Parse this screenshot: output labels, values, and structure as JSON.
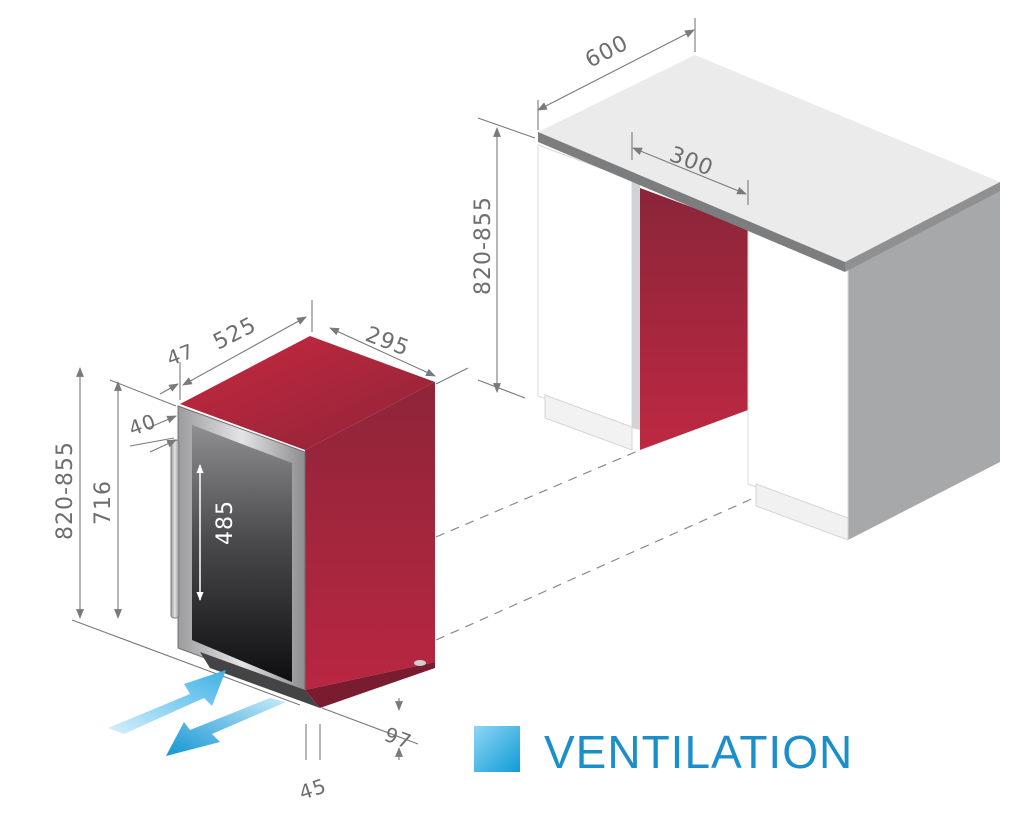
{
  "legend": {
    "label": "VENTILATION",
    "swatch_colors": [
      "#0f9bd7",
      "#8fd6f5"
    ]
  },
  "colors": {
    "appliance_red": "#b32540",
    "dimension_gray": "#6d6e70",
    "airflow_blue": "#2aa7df"
  },
  "dimensions": {
    "cabinet_width": "600",
    "opening_width": "300",
    "cabinet_height": "820-855",
    "unit_depth": "525",
    "door_offset": "47",
    "unit_width": "295",
    "door_gap": "40",
    "niche_height": "820-855",
    "unit_height": "716",
    "glass_height": "485",
    "plinth_depth": "97",
    "plinth_height": "45"
  }
}
